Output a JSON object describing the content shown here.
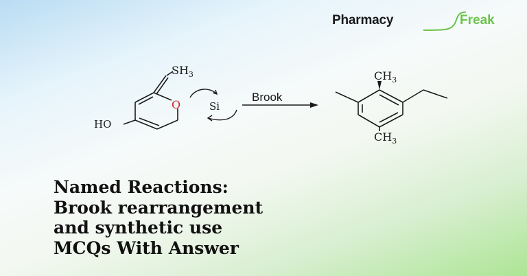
{
  "logo": {
    "part1": "Pharmacy",
    "part2": "Freak",
    "colors": {
      "dark": "#1a1a1a",
      "green": "#6cc24a"
    }
  },
  "reaction": {
    "reactant": {
      "substituent_top": "SH",
      "substituent_top_sub": "3",
      "heteroatom": "O",
      "hydroxyl": "HO"
    },
    "reagent": "Si",
    "arrow_label": "Brook",
    "product": {
      "top_group": "CH",
      "top_group_sub": "3",
      "bottom_group": "CH",
      "bottom_group_sub": "3"
    },
    "colors": {
      "oxygen": "#d0202a",
      "bond": "#1a1a1a"
    }
  },
  "title": {
    "lines": [
      "Named Reactions:",
      "Brook rearrangement",
      "and synthetic use",
      "MCQs With Answer"
    ]
  },
  "background": {
    "top_left": "#b9dcf3",
    "bottom_right": "#ade595"
  }
}
